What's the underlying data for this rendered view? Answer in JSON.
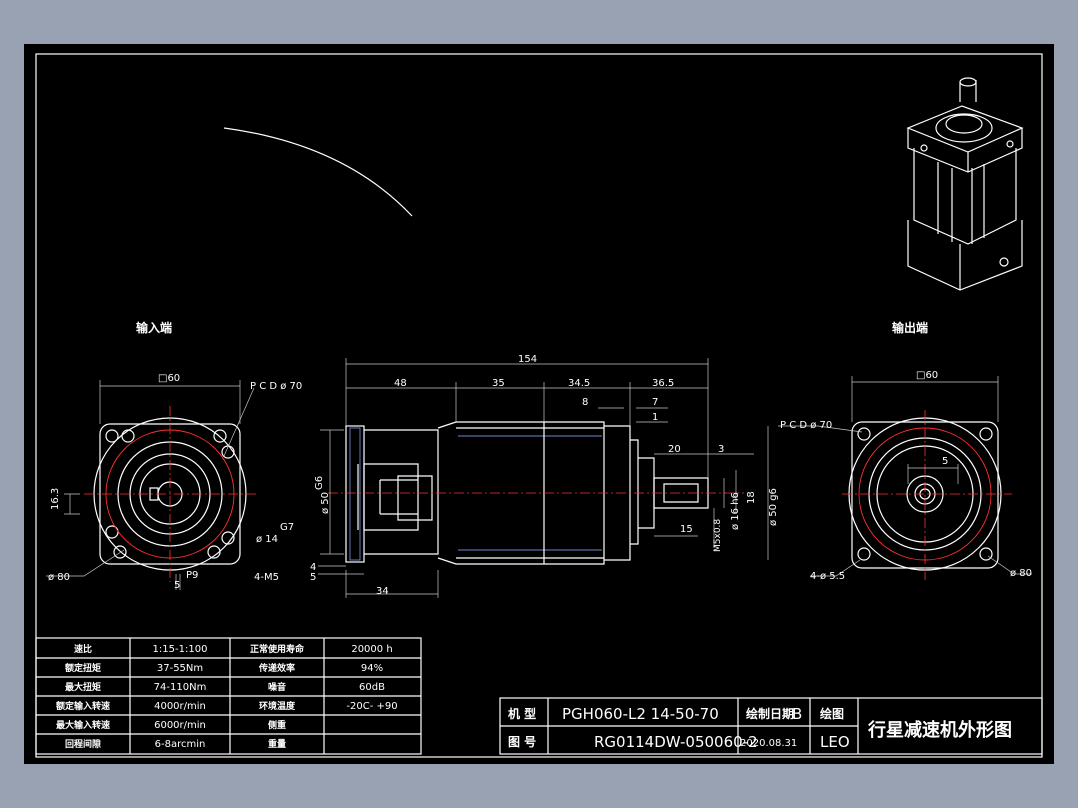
{
  "labels": {
    "input_end": "输入端",
    "output_end": "输出端"
  },
  "input_view": {
    "square": "□60",
    "pcd": "P C D ø 70",
    "dim_16_3": "16.3",
    "g7": "G7",
    "bore": "ø 14",
    "outer": "ø 80",
    "p9": "P9",
    "key": "5",
    "holes": "4-M5"
  },
  "side_view": {
    "overall": "154",
    "seg1": "48",
    "seg2": "35",
    "seg3": "34.5",
    "seg4": "36.5",
    "d8": "8",
    "d7": "7",
    "d1": "1",
    "d20": "20",
    "d3": "3",
    "g6": "G6",
    "pilot50": "ø 50",
    "d4": "4",
    "d5": "5",
    "d34": "34",
    "shaft16": "ø 16 h6",
    "d18": "18",
    "pilot50g6": "ø 50 g6",
    "d15": "15",
    "thread": "M5x0.8"
  },
  "output_view": {
    "square": "□60",
    "pcd": "P C D ø 70",
    "key": "5",
    "holes": "4-ø 5.5",
    "outer": "ø 80"
  },
  "spec_table": [
    [
      "速比",
      "1:15-1:100",
      "正常使用寿命",
      "20000 h"
    ],
    [
      "额定扭矩",
      "37-55Nm",
      "传递效率",
      "94%"
    ],
    [
      "最大扭矩",
      "74-110Nm",
      "噪音",
      "60dB"
    ],
    [
      "额定输入转速",
      "4000r/min",
      "环境温度",
      "-20C- +90"
    ],
    [
      "最大输入转速",
      "6000r/min",
      "侧重",
      ""
    ],
    [
      "回程间隙",
      "6-8arcmin",
      "重量",
      ""
    ]
  ],
  "title_block": {
    "model_label": "机 型",
    "model_value": "PGH060-L2 14-50-70",
    "drawing_no_label": "图 号",
    "drawing_no_value": "RG0114DW-050060-2",
    "date_label": "绘制日期",
    "date_value": "2020.08.31",
    "rev": "B",
    "drawn_label": "绘图",
    "drawn_value": "LEO",
    "title": "行星减速机外形图"
  }
}
